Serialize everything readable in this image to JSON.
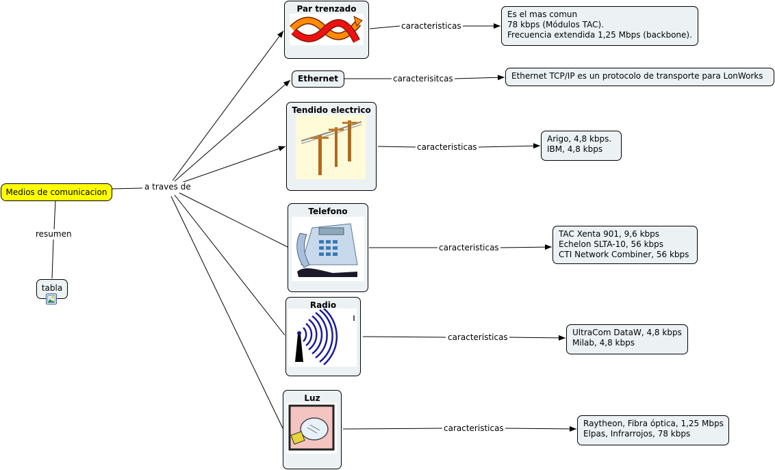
{
  "root": {
    "label": "Medios de comunicacion",
    "color": "#ffff00"
  },
  "root_links": {
    "main": "a traves de",
    "summary": "resumen"
  },
  "summary_node": {
    "label": "tabla",
    "icon": "image-attachment-icon"
  },
  "media": [
    {
      "title": "Par trenzado",
      "icon": "twisted-pair-icon",
      "link": "caracteristicas",
      "details": [
        "Es el mas comun",
        "78 kbps (Módulos TAC).",
        "Frecuencia extendida 1,25 Mbps (backbone)."
      ]
    },
    {
      "title": "Ethernet",
      "icon": "",
      "link": "caracterisitcas",
      "details": [
        "Ethernet TCP/IP es un protocolo de transporte para LonWorks"
      ]
    },
    {
      "title": "Tendido electrico",
      "icon": "power-lines-icon",
      "link": "caracteristicas",
      "details": [
        "Arigo, 4,8 kbps.",
        "IBM, 4,8 kbps"
      ]
    },
    {
      "title": "Telefono",
      "icon": "telephone-icon",
      "link": "caracteristicas",
      "details": [
        "TAC Xenta 901, 9,6 kbps",
        "Echelon SLTA-10, 56 kbps",
        "CTI Network Combiner, 56 kbps"
      ]
    },
    {
      "title": "Radio",
      "icon": "radio-tower-icon",
      "link": "caracteristicas",
      "details": [
        "UltraCom DataW, 4,8 kbps",
        "Milab, 4,8 kbps"
      ]
    },
    {
      "title": "Luz",
      "icon": "light-bulb-icon",
      "link": "caracteristicas",
      "details": [
        "Raytheon, Fibra óptica, 1,25 Mbps",
        "Elpas, Infrarrojos, 78 kbps"
      ]
    }
  ],
  "colors": {
    "node_fill": "#ecf2f4",
    "root_fill": "#ffff00",
    "line": "#000000"
  }
}
